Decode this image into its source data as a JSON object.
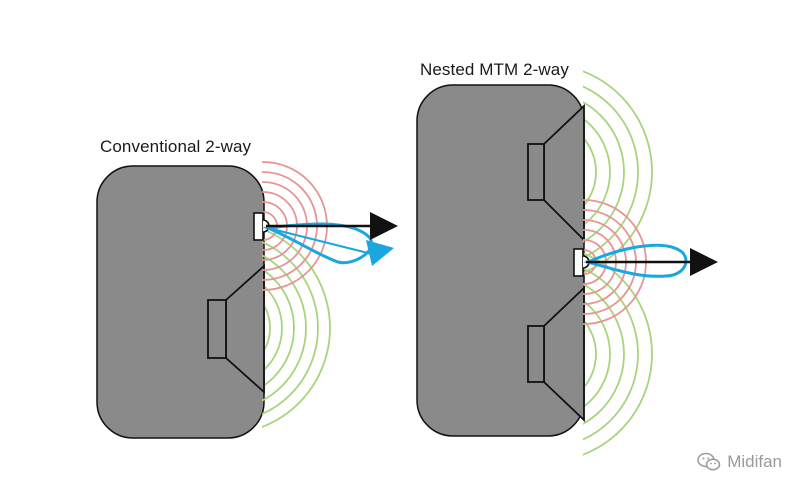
{
  "diagrams": [
    {
      "label": "Conventional 2-way"
    },
    {
      "label": "Nested MTM 2-way"
    }
  ],
  "colors": {
    "cabinet_fill": "#8a8a8a",
    "cabinet_stroke": "#111111",
    "woofer_waves": "#a8d47c",
    "tweeter_waves": "#e89494",
    "arrow_black": "#111111",
    "arrow_blue": "#1aa7e0"
  },
  "watermark": {
    "text": "Midifan",
    "icon": "wechat-icon"
  }
}
